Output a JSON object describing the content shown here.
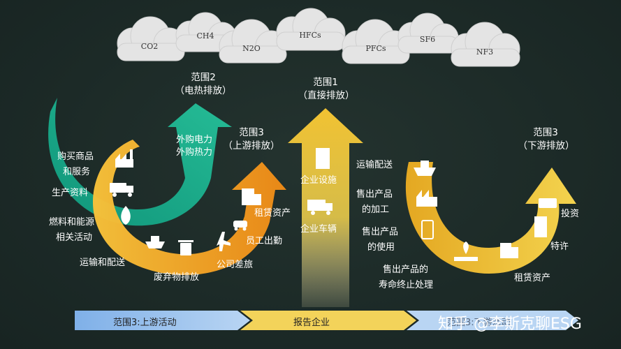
{
  "gases": [
    "CO2",
    "CH4",
    "N2O",
    "HFCs",
    "PFCs",
    "SF6",
    "NF3"
  ],
  "scope2": {
    "title": "范围2",
    "sub": "（电热排放）",
    "item": [
      "外购电力",
      "外购热力"
    ]
  },
  "scope1": {
    "title": "范围1",
    "sub": "（直接排放）",
    "items": [
      "企业设施",
      "企业车辆"
    ]
  },
  "scope3_up": {
    "title": "范围3",
    "sub": "（上游排放）",
    "items": [
      "购买商品",
      "和服务",
      "生产资料",
      "燃料和能源",
      "相关活动",
      "运输和配送",
      "废弃物排放",
      "公司差旅",
      "员工出勤",
      "租赁资产"
    ]
  },
  "scope3_down": {
    "title": "范围3",
    "sub": "（下游排放）",
    "items_left": [
      "运输配送",
      "售出产品",
      "的加工",
      "售出产品",
      "的使用",
      "售出产品的",
      "寿命终止处理"
    ],
    "items_right": [
      "投资",
      "特许",
      "租赁资产"
    ]
  },
  "bottom_bar": [
    "范围3:上游活动",
    "报告企业",
    "范围3:下游活动"
  ],
  "watermark": "知乎 @李斯克聊ESG",
  "colors": {
    "background": "#1c2a27",
    "teal": "#1fae8e",
    "orange": "#f5a623",
    "yellow": "#f3c64a",
    "cloud": "#e3e3e3",
    "bar_blue": "#9cc3ec",
    "bar_yellow": "#f3d35a"
  }
}
